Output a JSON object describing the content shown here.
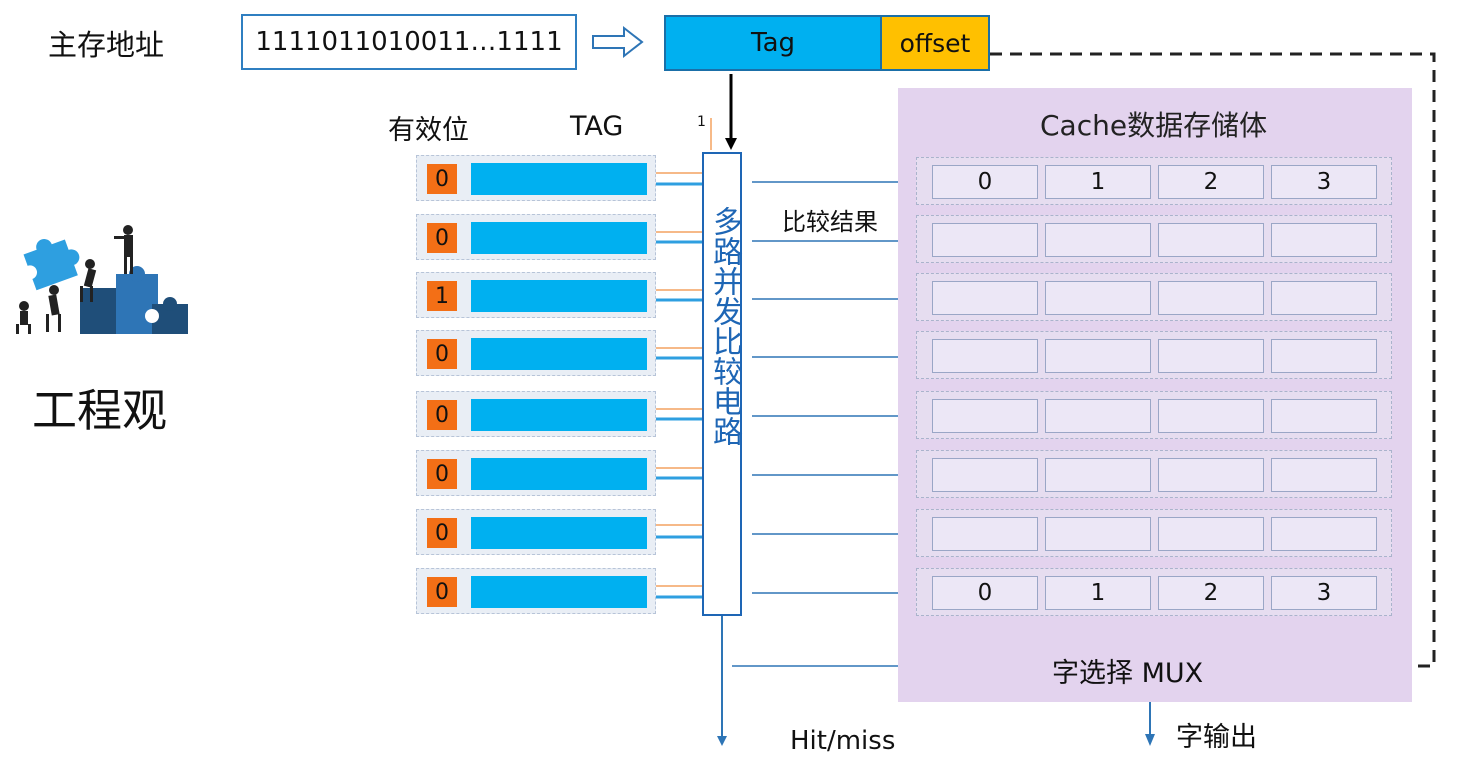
{
  "address": {
    "label": "主存地址",
    "value": "1111011010011…1111",
    "tag_field": "Tag",
    "offset_field": "offset"
  },
  "tag_store": {
    "valid_header": "有效位",
    "tag_header": "TAG",
    "valid_bits": [
      "0",
      "0",
      "1",
      "0",
      "0",
      "0",
      "0",
      "0"
    ]
  },
  "comparator": {
    "label": "多路并发比较电路",
    "input_label": "1",
    "result_label": "比较结果",
    "output_label": "Hit/miss"
  },
  "data_store": {
    "title": "Cache数据存储体",
    "top_word_labels": [
      "0",
      "1",
      "2",
      "3"
    ],
    "bottom_word_labels": [
      "0",
      "1",
      "2",
      "3"
    ]
  },
  "mux": {
    "label": "字选择 MUX",
    "output_label": "字输出"
  },
  "side": {
    "caption": "工程观",
    "illustration": "team-puzzle-icon"
  },
  "colors": {
    "tag_blue": "#00b0f0",
    "offset_yellow": "#ffc000",
    "valid_orange": "#f36f16",
    "data_panel": "#e3d3ee",
    "mux_gold": "#e0a21a",
    "line_blue": "#2e75b6"
  }
}
